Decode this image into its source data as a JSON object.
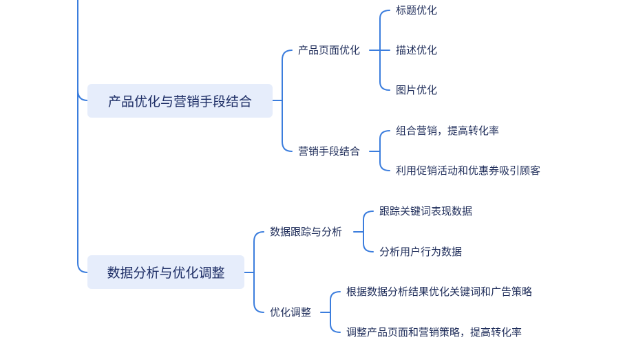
{
  "colors": {
    "line": "#3b7ddd",
    "topic_bg": "#e6edfb",
    "text": "#1f2d5a"
  },
  "topics": [
    {
      "label": "产品优化与营销手段结合",
      "children": [
        {
          "label": "产品页面优化",
          "children": [
            "标题优化",
            "描述优化",
            "图片优化"
          ]
        },
        {
          "label": "营销手段结合",
          "children": [
            "组合营销，提高转化率",
            "利用促销活动和优惠券吸引顾客"
          ]
        }
      ]
    },
    {
      "label": "数据分析与优化调整",
      "children": [
        {
          "label": "数据跟踪与分析",
          "children": [
            "跟踪关键词表现数据",
            "分析用户行为数据"
          ]
        },
        {
          "label": "优化调整",
          "children": [
            "根据数据分析结果优化关键词和广告策略",
            "调整产品页面和营销策略，提高转化率"
          ]
        }
      ]
    }
  ]
}
